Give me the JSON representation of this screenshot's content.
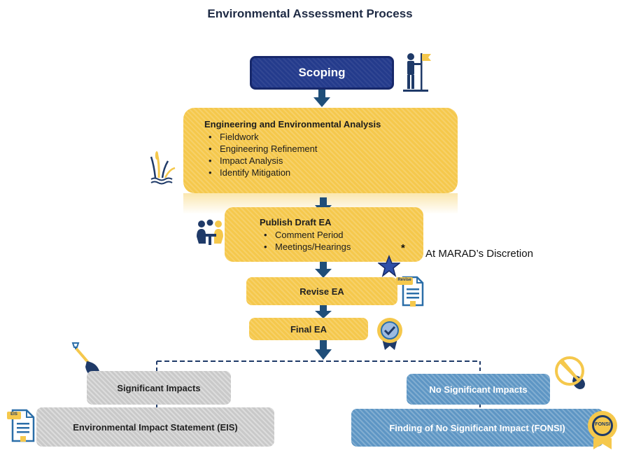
{
  "title": "Environmental Assessment Process",
  "steps": {
    "scoping": "Scoping",
    "analysis": {
      "heading": "Engineering and Environmental Analysis",
      "items": [
        "Fieldwork",
        "Engineering Refinement",
        "Impact Analysis",
        "Identify Mitigation"
      ]
    },
    "draft": {
      "heading": "Publish Draft EA",
      "items": [
        "Comment Period",
        "Meetings/Hearings"
      ]
    },
    "revise": "Revise EA",
    "final": "Final EA"
  },
  "note": {
    "asterisk": "*",
    "text": "At MARAD’s Discretion"
  },
  "branches": {
    "left": {
      "label": "Significant Impacts",
      "result": "Environmental Impact Statement (EIS)"
    },
    "right": {
      "label": "No Significant Impacts",
      "result": "Finding of No Significant Impact (FONSI)"
    }
  },
  "icon_labels": {
    "revise_doc": "Revise",
    "eis_doc": "EIS",
    "fonsi_seal": "FONSI"
  },
  "colors": {
    "navy": "#243b8c",
    "yellow": "#f5c84c",
    "arrow": "#1f4e79",
    "grey": "#c9c9c9",
    "blue": "#5e96c4"
  },
  "icons": [
    "surveyor-flag-icon",
    "wetland-reeds-icon",
    "meeting-people-icon",
    "star-icon",
    "revise-document-icon",
    "approval-badge-icon",
    "shovel-icon",
    "no-shovel-icon",
    "eis-document-icon",
    "fonsi-seal-icon"
  ]
}
